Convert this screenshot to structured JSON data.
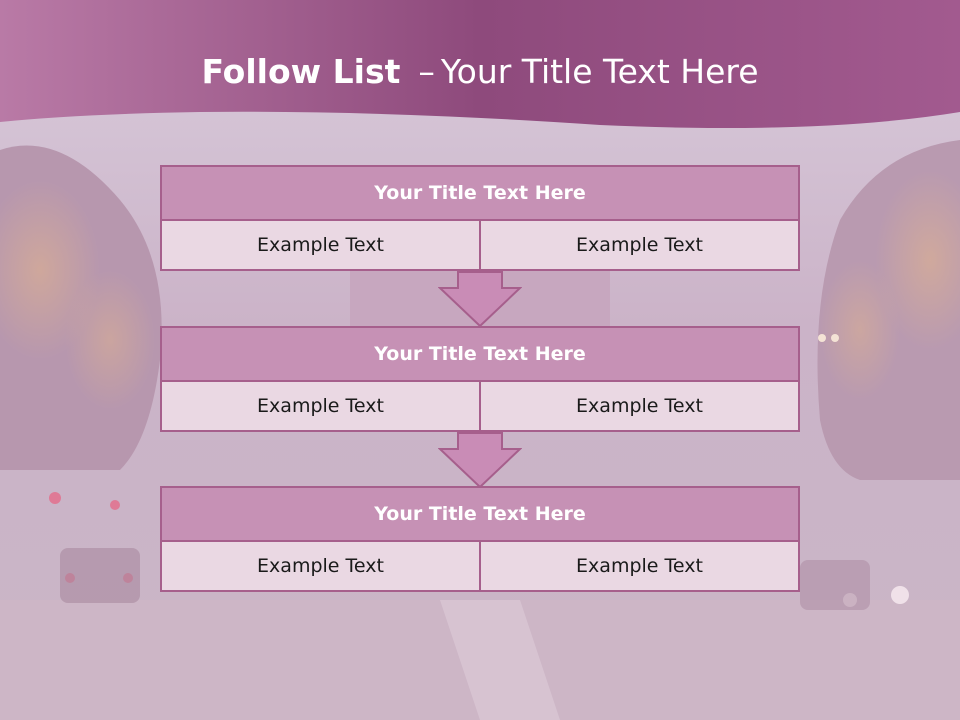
{
  "slide": {
    "title_bold": "Follow List",
    "title_dash": "–",
    "title_rest": "Your Title Text Here"
  },
  "blocks": [
    {
      "title": "Your Title Text Here",
      "left_text": "Example Text",
      "right_text": "Example Text"
    },
    {
      "title": "Your Title Text Here",
      "left_text": "Example Text",
      "right_text": "Example Text"
    },
    {
      "title": "Your Title Text Here",
      "left_text": "Example Text",
      "right_text": "Example Text"
    }
  ],
  "colors": {
    "header_band": "#8e4a7c",
    "block_title_fill": "#c691b5",
    "block_cell_fill": "#ead8e3",
    "border": "#a65f8c",
    "arrow_fill": "#c98cb6"
  }
}
